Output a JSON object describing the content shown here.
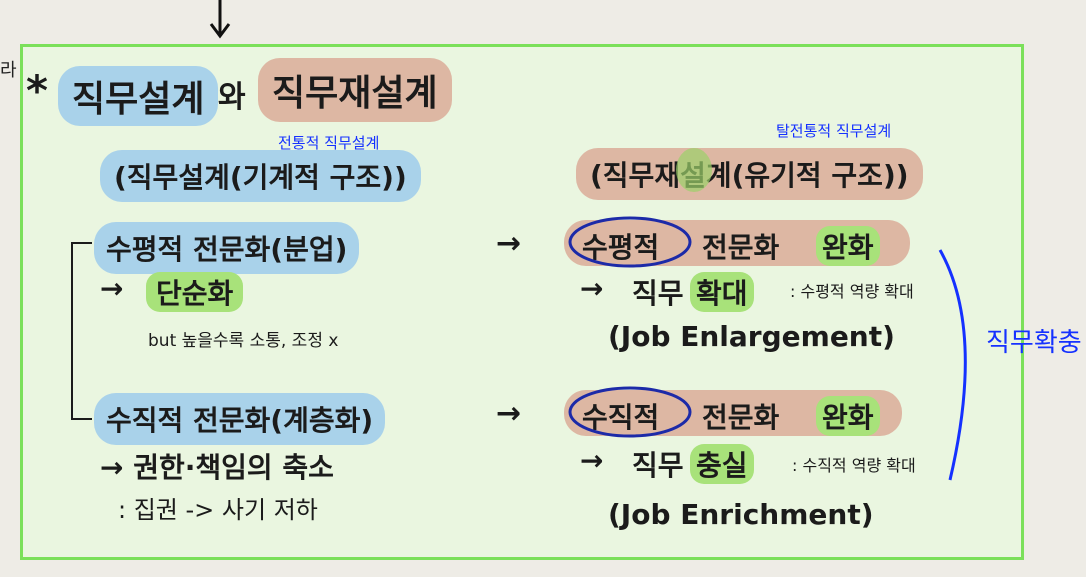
{
  "left_fragment": "라",
  "title": {
    "star": "*",
    "part1": "직무설계",
    "joiner": "와",
    "part2": "직무재설계"
  },
  "left_col": {
    "caption": "전통적 직무설계",
    "header": "(직무설계(기계적 구조))",
    "horizontal": "수평적 전문화(분업)",
    "arrow1": "→",
    "simplify": "단순화",
    "but_note": "but 높을수록 소통, 조정 x",
    "vertical": "수직적 전문화(계층화)",
    "authority": "→ 권한·책임의 축소",
    "central": ": 집권 -> 사기 저하"
  },
  "right_col": {
    "caption": "탈전통적 직무설계",
    "header": "(직무재설계(유기적 구조))",
    "h_circle": "수평적",
    "h_rest": "전문화",
    "h_relax": "완화",
    "arrow_enl": "→",
    "enl_prefix": "직무",
    "enl_hl": "확대",
    "enl_note": ": 수평적 역량 확대",
    "enl_en": "(Job Enlargement)",
    "v_circle": "수직적",
    "v_rest": "전문화",
    "v_relax": "완화",
    "arrow_enr": "→",
    "enr_prefix": "직무",
    "enr_hl": "충실",
    "enr_note": ": 수직적 역량 확대",
    "enr_en": "(Job Enrichment)"
  },
  "mid_arrow1": "→",
  "mid_arrow2": "→",
  "side_note": "직무확충",
  "colors": {
    "panel_bg": "#eaf6e0",
    "panel_border": "#7be05a",
    "blue_highlight": "#a9d2ea",
    "brown_highlight": "#ddb7a3",
    "green_highlight": "#a8e27a",
    "annotation_blue": "#1531ff",
    "circle_navy": "#1c2aa8"
  }
}
